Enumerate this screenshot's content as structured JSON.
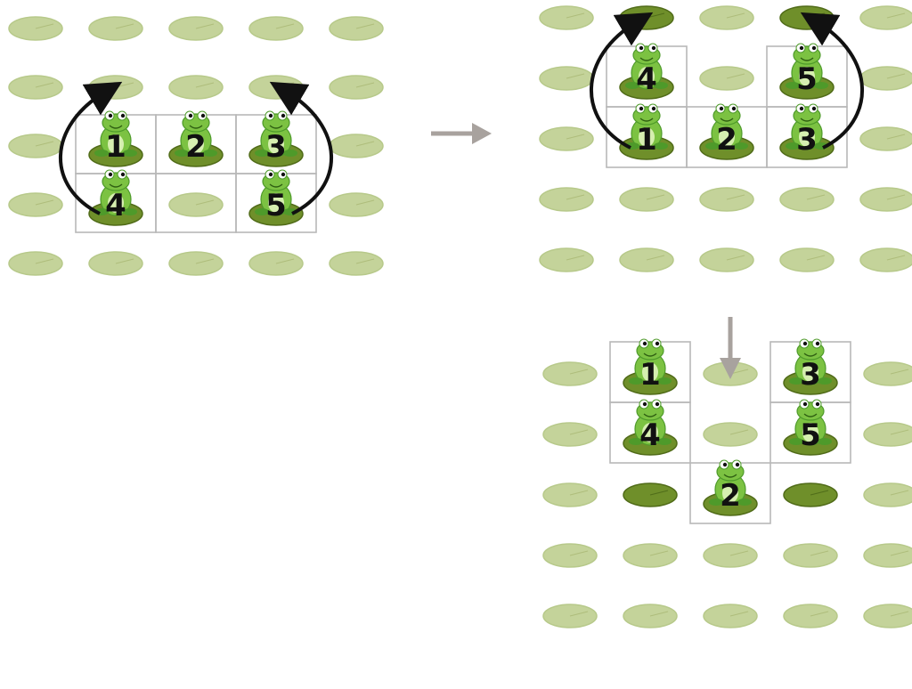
{
  "colors": {
    "pad_light": "#c4d39a",
    "pad_light_edge": "#b7c98a",
    "pad_dark": "#6f8f2a",
    "pad_dark_edge": "#506b18",
    "grid": "#b8b8b8",
    "arrow": "#111111",
    "step_arrow": "#a8a29e",
    "frog_body": "#7cc242",
    "frog_dark": "#4e9a2a",
    "frog_belly": "#d6efb0"
  },
  "panels": [
    {
      "id": "panel-1",
      "frogs": [
        {
          "label": "1",
          "row": 2,
          "col": 1
        },
        {
          "label": "2",
          "row": 2,
          "col": 2
        },
        {
          "label": "3",
          "row": 2,
          "col": 3
        },
        {
          "label": "4",
          "row": 3,
          "col": 1
        },
        {
          "label": "5",
          "row": 3,
          "col": 3
        }
      ],
      "moves": [
        {
          "from": [
            3,
            1
          ],
          "to": [
            1,
            1
          ],
          "side": "left"
        },
        {
          "from": [
            3,
            3
          ],
          "to": [
            1,
            3
          ],
          "side": "right"
        }
      ]
    },
    {
      "id": "panel-2",
      "frogs": [
        {
          "label": "4",
          "row": 1,
          "col": 1
        },
        {
          "label": "5",
          "row": 1,
          "col": 3
        },
        {
          "label": "1",
          "row": 2,
          "col": 1
        },
        {
          "label": "2",
          "row": 2,
          "col": 2
        },
        {
          "label": "3",
          "row": 2,
          "col": 3
        }
      ],
      "moves": [
        {
          "from": [
            2,
            1
          ],
          "to": [
            0,
            1
          ],
          "side": "left"
        },
        {
          "from": [
            2,
            3
          ],
          "to": [
            0,
            3
          ],
          "side": "right"
        }
      ]
    },
    {
      "id": "panel-3",
      "frogs": [
        {
          "label": "1",
          "row": 0,
          "col": 1
        },
        {
          "label": "3",
          "row": 0,
          "col": 3
        },
        {
          "label": "4",
          "row": 1,
          "col": 1
        },
        {
          "label": "5",
          "row": 1,
          "col": 3
        },
        {
          "label": "2",
          "row": 2,
          "col": 2
        }
      ],
      "moves": []
    }
  ]
}
